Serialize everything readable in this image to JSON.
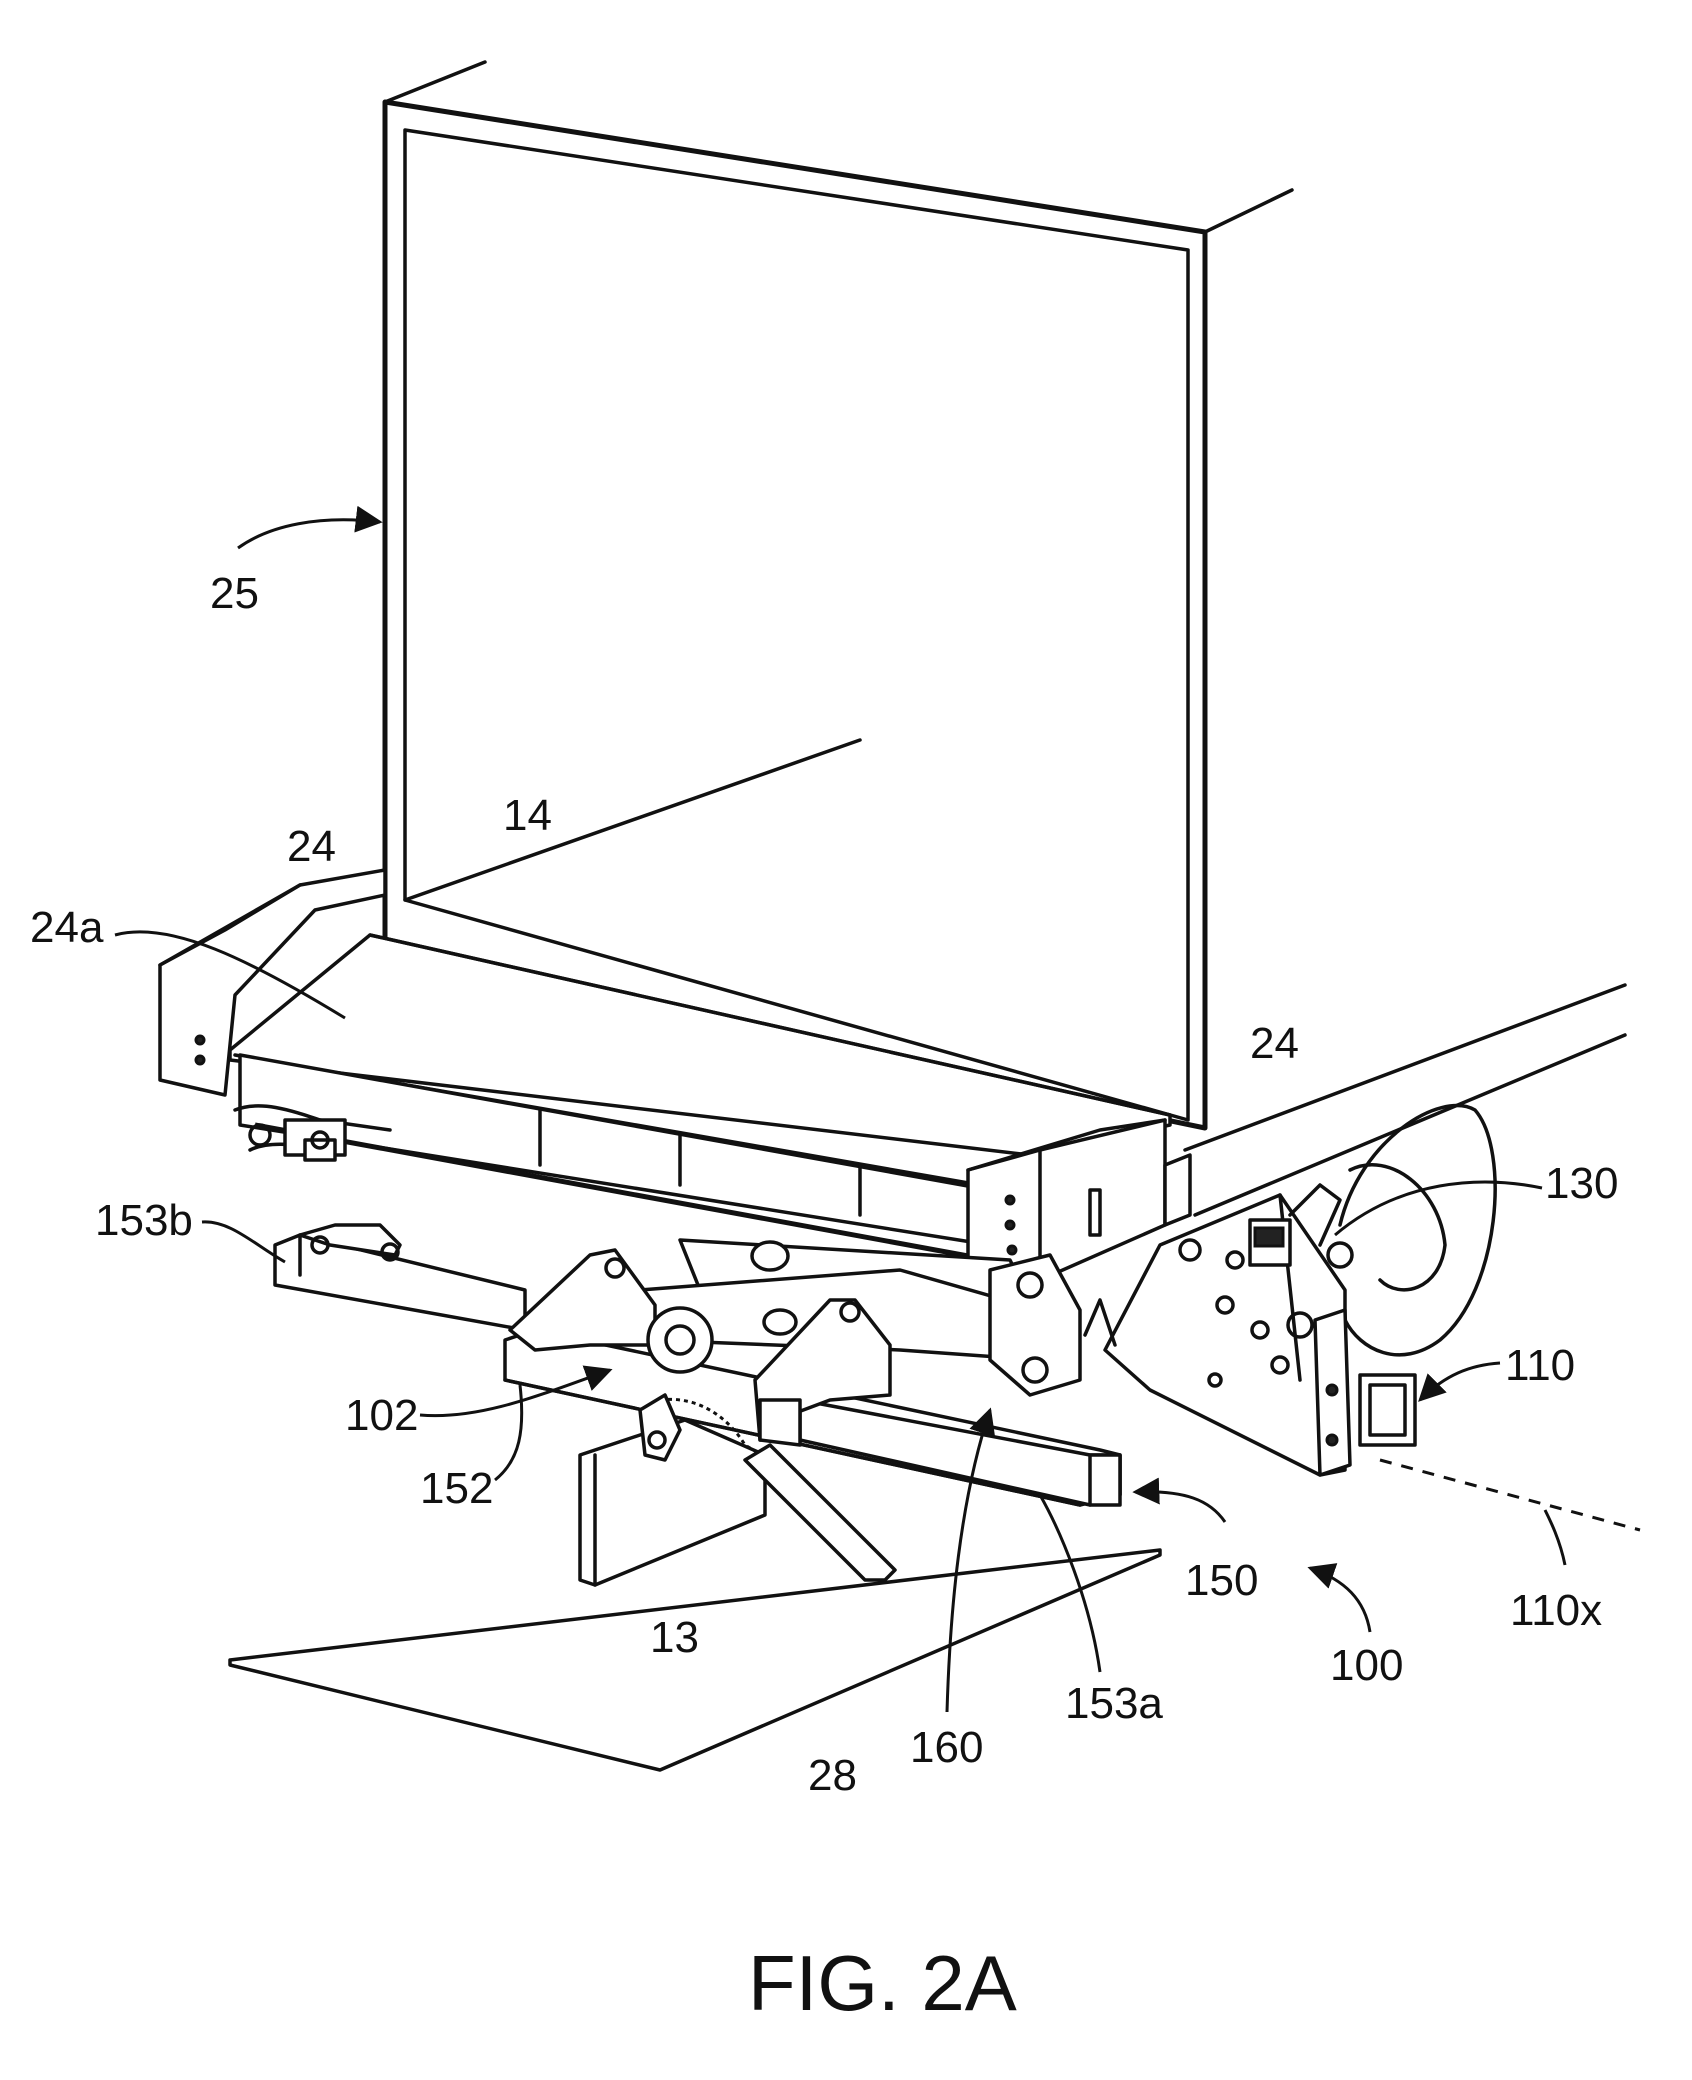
{
  "figure": {
    "caption": "FIG. 2A",
    "labels": [
      {
        "id": "25",
        "text": "25"
      },
      {
        "id": "14",
        "text": "14"
      },
      {
        "id": "24-left",
        "text": "24"
      },
      {
        "id": "24a",
        "text": "24a"
      },
      {
        "id": "24-right",
        "text": "24"
      },
      {
        "id": "130",
        "text": "130"
      },
      {
        "id": "153b",
        "text": "153b"
      },
      {
        "id": "110",
        "text": "110"
      },
      {
        "id": "102",
        "text": "102"
      },
      {
        "id": "152",
        "text": "152"
      },
      {
        "id": "150",
        "text": "150"
      },
      {
        "id": "110x",
        "text": "110x"
      },
      {
        "id": "13",
        "text": "13"
      },
      {
        "id": "100",
        "text": "100"
      },
      {
        "id": "153a",
        "text": "153a"
      },
      {
        "id": "160",
        "text": "160"
      },
      {
        "id": "28",
        "text": "28"
      }
    ]
  }
}
